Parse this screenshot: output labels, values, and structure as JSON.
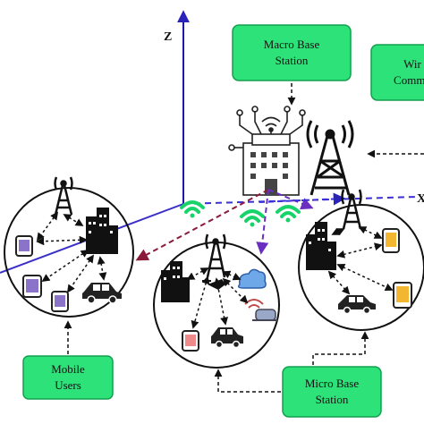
{
  "axes": {
    "z_label": "Z",
    "x_label": "X"
  },
  "labels": {
    "macro_base_station": [
      "Macro Base",
      "Station"
    ],
    "wireless_communication": [
      "Wir",
      "Commu"
    ],
    "mobile_users": [
      "Mobile",
      "Users"
    ],
    "micro_base_station": [
      "Micro Base",
      "Station"
    ]
  },
  "colors": {
    "label_fill": "#2ee27a",
    "label_stroke": "#13a04f",
    "z_axis": "#1b1aa8",
    "x_axis": "#3b2fd9",
    "y_axis": "#3a2fc7",
    "maroon_arrow": "#8b1a3a",
    "wifi": "#18d36a"
  }
}
